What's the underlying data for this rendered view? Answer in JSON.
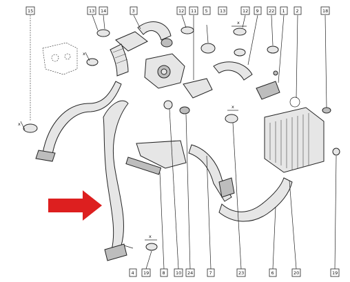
{
  "callouts": {
    "c15": "15",
    "c13a": "13",
    "c14": "14",
    "c3": "3",
    "c12a": "12",
    "c11": "11",
    "c5": "5",
    "c13b": "13",
    "c12b": "12",
    "c9": "9",
    "c22": "22",
    "c1": "1",
    "c2": "2",
    "c18": "18",
    "c4": "4",
    "c19a": "19",
    "c8": "8",
    "c10": "10",
    "c24": "24",
    "c7": "7",
    "c23": "23",
    "c6": "6",
    "c20": "20",
    "c19b": "19"
  },
  "dimension_marks": [
    "x",
    "x",
    "x",
    "x",
    "x"
  ],
  "colors": {
    "arrow": "#dd1f1f",
    "line": "#222222",
    "part_fill": "#e6e6e6"
  }
}
